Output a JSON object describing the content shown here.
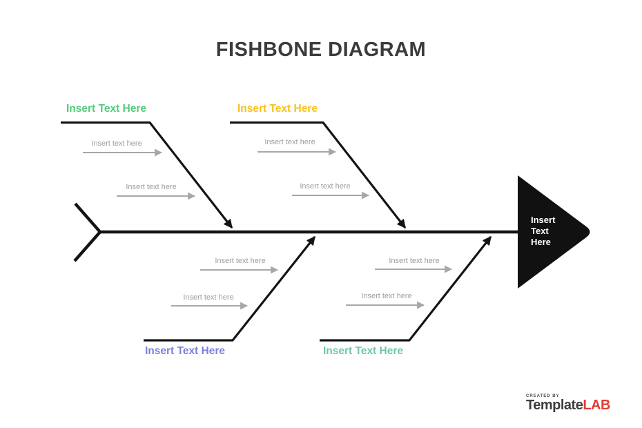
{
  "title": "FISHBONE DIAGRAM",
  "branches": [
    {
      "name": "top-left",
      "label": "Insert Text Here",
      "color": "#53cb7c",
      "causes": [
        "Insert text here",
        "Insert text here"
      ]
    },
    {
      "name": "top-right",
      "label": "Insert Text Here",
      "color": "#f7c11e",
      "causes": [
        "Insert text here",
        "Insert text here"
      ]
    },
    {
      "name": "bottom-left",
      "label": "Insert Text Here",
      "color": "#7b7fe0",
      "causes": [
        "Insert text here",
        "Insert text here"
      ]
    },
    {
      "name": "bottom-right",
      "label": "Insert Text Here",
      "color": "#70c5ac",
      "causes": [
        "Insert text here",
        "Insert text here"
      ]
    }
  ],
  "head": {
    "label": "Insert Text Here",
    "bg": "#111111",
    "text_color": "#ffffff"
  },
  "footer": {
    "created_by": "CREATED BY",
    "brand": "Template",
    "brand_suffix": "LAB",
    "brand_color": "#3d3d3d",
    "brand_suffix_color": "#e23b33"
  },
  "colors": {
    "background": "#ffffff",
    "title": "#3b3b3d",
    "skeleton": "#141414",
    "cause_arrow": "#a7a7a7",
    "cause_text": "#9d9d9d"
  }
}
